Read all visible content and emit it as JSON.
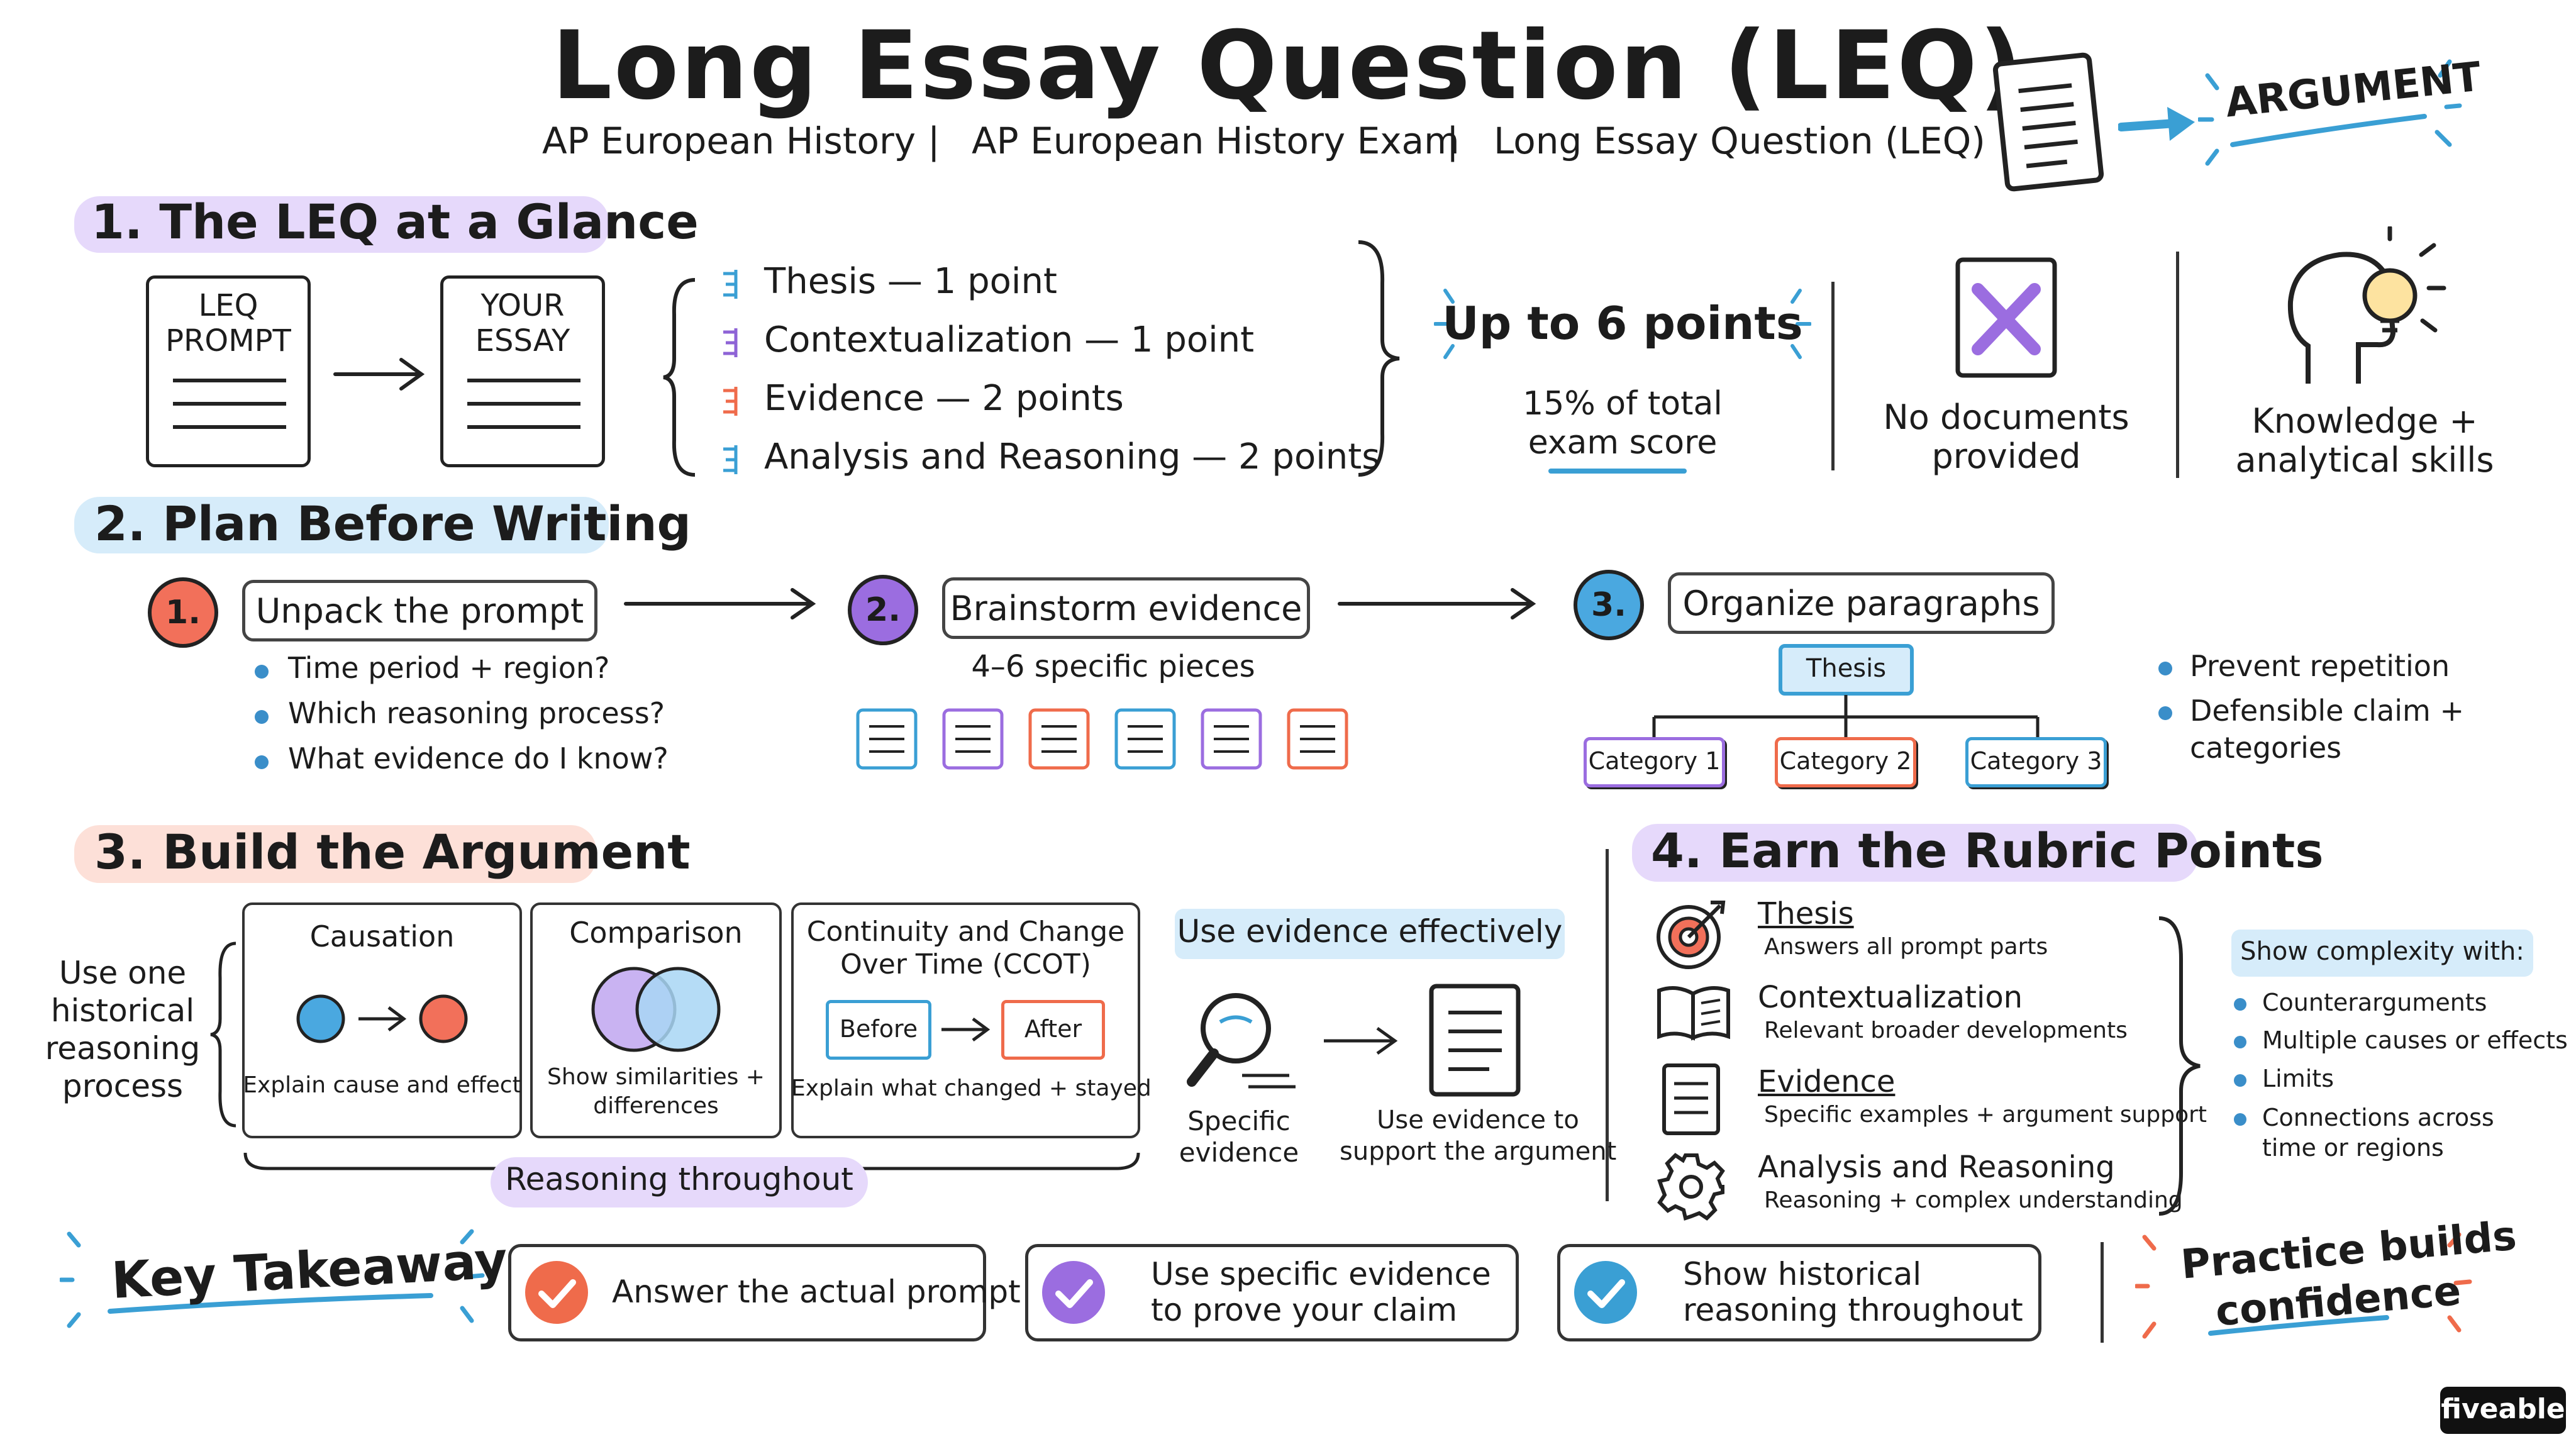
{
  "header": {
    "title": "Long Essay Question (LEQ)",
    "subtitle": {
      "part1": "AP European History",
      "sep1": "|",
      "part2": "AP European History Exam",
      "sep2": "|",
      "part3": "Long Essay Question (LEQ)"
    },
    "argument_label": "ARGUMENT"
  },
  "section1": {
    "heading": "1.  The LEQ at a Glance",
    "prompt_doc": {
      "line1": "LEQ",
      "line2": "PROMPT"
    },
    "essay_doc": {
      "line1": "YOUR",
      "line2": "ESSAY"
    },
    "rubric": [
      {
        "label": "Thesis — 1 point",
        "color": "#3a9fd4"
      },
      {
        "label": "Contextualization — 1 point",
        "color": "#8e63d6"
      },
      {
        "label": "Evidence — 2 points",
        "color": "#ef6b4b"
      },
      {
        "label": "Analysis and Reasoning — 2 points",
        "color": "#3a9fd4"
      }
    ],
    "points_title": "Up to 6 points",
    "points_sub1": "15% of total",
    "points_sub2": "exam score",
    "no_docs1": "No documents",
    "no_docs2": "provided",
    "skills1": "Knowledge +",
    "skills2": "analytical skills"
  },
  "section2": {
    "heading": "2.  Plan Before Writing",
    "steps": [
      {
        "num": "1.",
        "label": "Unpack the prompt",
        "color": "#f2705a"
      },
      {
        "num": "2.",
        "label": "Brainstorm evidence",
        "color": "#9b6de0"
      },
      {
        "num": "3.",
        "label": "Organize paragraphs",
        "color": "#4aa8e0"
      }
    ],
    "unpack_bullets": [
      "Time period + region?",
      "Which reasoning process?",
      "What evidence do I know?"
    ],
    "evidence_caption": "4–6 specific pieces",
    "tree": {
      "root": "Thesis",
      "children": [
        "Category 1",
        "Category 2",
        "Category 3"
      ]
    },
    "organize_bullets": [
      "Prevent repetition",
      "Defensible claim +",
      "categories"
    ]
  },
  "section3": {
    "heading": "3.  Build the Argument",
    "side_label": [
      "Use one",
      "historical",
      "reasoning",
      "process"
    ],
    "causation": {
      "title": "Causation",
      "caption": "Explain cause and effect"
    },
    "comparison": {
      "title": "Comparison",
      "caption1": "Show similarities +",
      "caption2": "differences"
    },
    "ccot": {
      "title1": "Continuity and Change",
      "title2": "Over Time (CCOT)",
      "before": "Before",
      "after": "After",
      "caption": "Explain what changed + stayed"
    },
    "throughout": "Reasoning throughout",
    "use_evidence": {
      "heading": "Use evidence effectively",
      "left1": "Specific",
      "left2": "evidence",
      "right1": "Use evidence to",
      "right2": "support the argument"
    }
  },
  "section4": {
    "heading": "4.  Earn the Rubric Points",
    "items": [
      {
        "title": "Thesis",
        "desc": "Answers all prompt parts"
      },
      {
        "title": "Contextualization",
        "desc": "Relevant broader developments"
      },
      {
        "title": "Evidence",
        "desc": "Specific examples + argument support"
      },
      {
        "title": "Analysis and Reasoning",
        "desc": "Reasoning + complex understanding"
      }
    ],
    "complexity_heading": "Show complexity with:",
    "complexity_items": [
      "Counterarguments",
      "Multiple causes or effects",
      "Limits",
      "Connections across",
      "time or regions"
    ]
  },
  "takeaways": {
    "heading": "Key Takeaways",
    "cards": [
      {
        "line1": "Answer the actual prompt",
        "line2": "",
        "color": "#ef6b4b"
      },
      {
        "line1": "Use specific evidence",
        "line2": "to prove your claim",
        "color": "#9b6de0"
      },
      {
        "line1": "Show historical",
        "line2": "reasoning throughout",
        "color": "#3a9fd4"
      }
    ],
    "practice1": "Practice builds",
    "practice2": "confidence"
  },
  "brand": "fiveable",
  "colors": {
    "blue": "#3a9fd4",
    "purple": "#9b6de0",
    "coral": "#ef6b4b",
    "lavender_hl": "#e6d9fb",
    "blue_hl": "#d6ecfa",
    "coral_hl": "#fde0d8"
  }
}
